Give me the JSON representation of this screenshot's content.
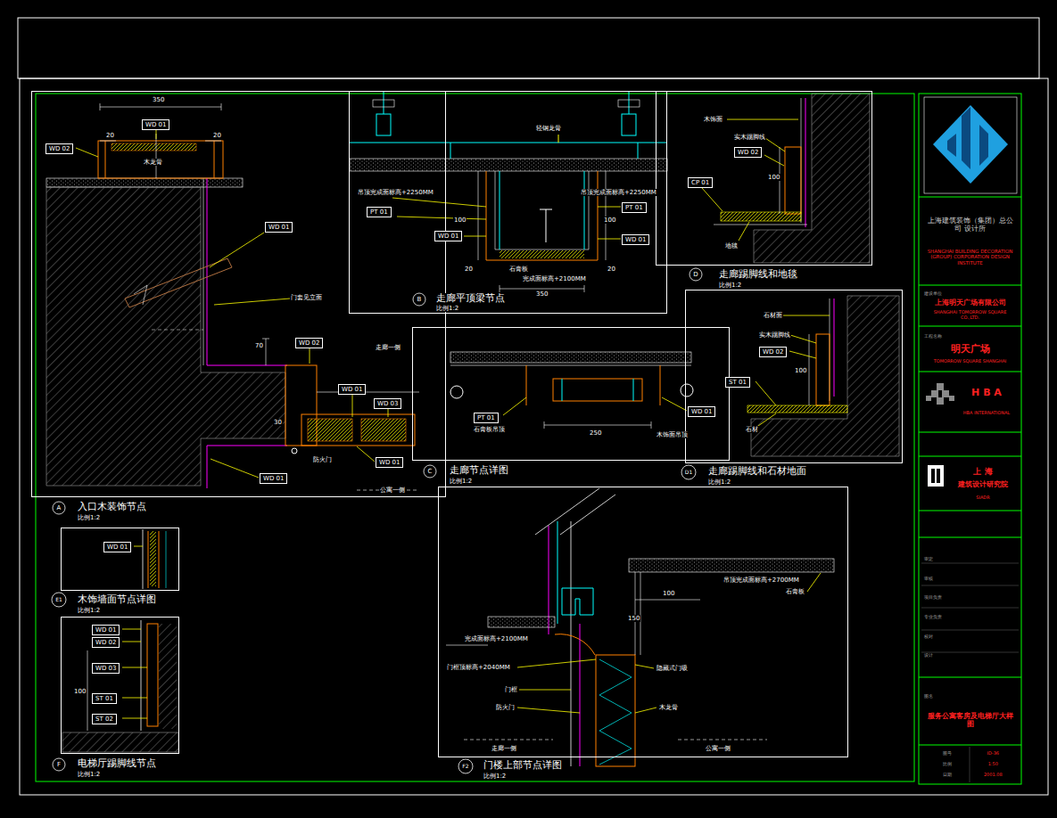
{
  "diagram": {
    "nodes": [
      {
        "text": [
          "入口木装饰节点",
          "比例1:2"
        ]
      },
      {
        "text": [
          "WD 01"
        ],
        "in": 0
      },
      {
        "text": [
          "WD 02"
        ],
        "in": 0
      },
      {
        "text": [
          "WD 01"
        ],
        "in": 0
      },
      {
        "text": [
          "WD 02"
        ],
        "in": 0
      },
      {
        "text": [
          "WD 01"
        ],
        "in": 0
      },
      {
        "text": [
          "WD 03"
        ],
        "in": 0
      },
      {
        "text": [
          "WD 01"
        ],
        "in": 0
      },
      {
        "text": [
          "WD 01"
        ],
        "in": 0
      },
      {
        "text": [
          "走廊平顶梁节点",
          "比例1:2"
        ]
      },
      {
        "text": [
          "PT 01"
        ],
        "in": 9
      },
      {
        "text": [
          "WD 01"
        ],
        "in": 9
      },
      {
        "text": [
          "PT 01"
        ],
        "in": 9
      },
      {
        "text": [
          "WD 01"
        ],
        "in": 9
      },
      {
        "text": [
          "走廊踢脚线和地毯",
          "比例1:2"
        ]
      },
      {
        "text": [
          "WD 02"
        ],
        "in": 14
      },
      {
        "text": [
          "CP 01"
        ],
        "in": 14
      },
      {
        "text": [
          "走廊节点详图",
          "比例1:2"
        ]
      },
      {
        "text": [
          "PT 01"
        ],
        "in": 17
      },
      {
        "text": [
          "WD 01"
        ],
        "in": 17
      },
      {
        "text": [
          "走廊踢脚线和石材地面",
          "比例1:2"
        ]
      },
      {
        "text": [
          "WD 02"
        ],
        "in": 20
      },
      {
        "text": [
          "ST 01"
        ],
        "in": 20
      },
      {
        "text": [
          "木饰墙面节点详图",
          "比例1:2"
        ]
      },
      {
        "text": [
          "WD 01"
        ],
        "in": 23
      },
      {
        "text": [
          "电梯厅踢脚线节点",
          "比例1:2"
        ]
      },
      {
        "text": [
          "WD 01"
        ],
        "in": 25
      },
      {
        "text": [
          "WD 02"
        ],
        "in": 25
      },
      {
        "text": [
          "WD 03"
        ],
        "in": 25
      },
      {
        "text": [
          "ST 01"
        ],
        "in": 25
      },
      {
        "text": [
          "ST 02"
        ],
        "in": 25
      },
      {
        "text": [
          "门楼上部节点详图",
          "比例1:2"
        ]
      },
      {
        "text": [
          "上海建筑装饰（集团）总公司 设计所",
          "SHANGHAI BUILDING DECORATION (GROUP) CORPORATION DESIGN INSTITUTE"
        ]
      },
      {
        "text": [
          "建设单位",
          "上海明天广场有限公司",
          "SHANGHAI TOMORROW SQUARE CO.,LTD."
        ]
      },
      {
        "text": [
          "工程名称",
          "明天广场",
          "TOMORROW SQUARE SHANGHAI"
        ]
      },
      {
        "text": [
          "H B A",
          "HBA INTERNATIONAL"
        ]
      },
      {
        "text": [
          "上 海",
          "建筑设计研究院",
          "SIADR"
        ]
      },
      {
        "text": [
          "审定",
          "审核",
          "项目负责",
          "专业负责",
          "校对",
          "设计"
        ]
      },
      {
        "text": [
          "图名",
          "服务公寓客房及电梯厅大样图"
        ]
      },
      {
        "text": [
          "图号",
          "ID-36",
          "比例",
          "1:50",
          "日期",
          "2001.08"
        ]
      }
    ],
    "labels": [
      "A",
      "B",
      "D",
      "C",
      "D1",
      "E1",
      "F",
      "F2",
      "350",
      "20",
      "20",
      "70",
      "30",
      "100",
      "100",
      "20",
      "20",
      "350",
      "100",
      "250",
      "100",
      "100",
      "150",
      "100",
      "木龙骨",
      "门套见立面",
      "走廊一侧",
      "公寓一侧",
      "防火门",
      "吊顶完成面标高+2250MM",
      "吊顶完成面标高+2250MM",
      "轻钢龙骨",
      "石膏板",
      "完成面标高+2100MM",
      "木饰面",
      "实木踢脚线",
      "地毯",
      "石膏板吊顶",
      "木饰面吊顶",
      "石材面",
      "实木踢脚线",
      "石材",
      "吊顶完成面标高+2700MM",
      "石膏板",
      "完成面标高+2100MM",
      "门框顶标高+2040MM",
      "门框",
      "防火门",
      "隐藏式门吸",
      "木龙骨",
      "走廊一侧",
      "公寓一侧"
    ]
  }
}
